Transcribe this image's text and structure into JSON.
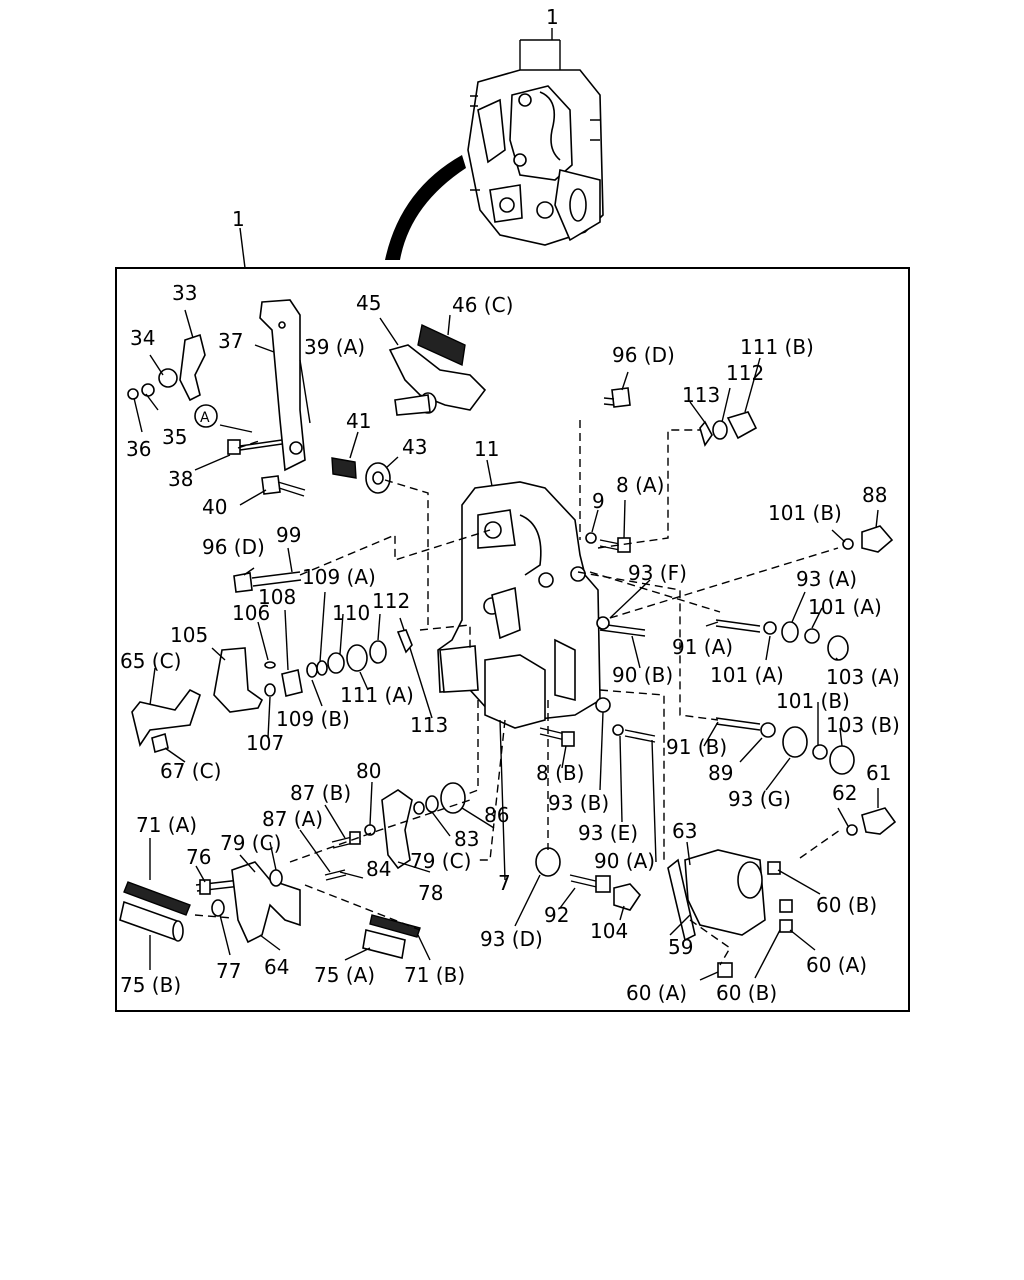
{
  "diagram": {
    "labels": {
      "top_1": "1",
      "box_1": "1",
      "l33": "33",
      "l34": "34",
      "l35": "35",
      "l36": "36",
      "l37": "37",
      "l38": "38",
      "l39a": "39 (A)",
      "l40": "40",
      "l41": "41",
      "l43": "43",
      "l45": "45",
      "l46c": "46 (C)",
      "l11": "11",
      "l96d_top": "96 (D)",
      "l111b": "111 (B)",
      "l112_top": "112",
      "l113_top": "113",
      "l9": "9",
      "l8a": "8 (A)",
      "l101b_top": "101 (B)",
      "l88": "88",
      "l96d_left": "96 (D)",
      "l99": "99",
      "l109a": "109 (A)",
      "l108": "108",
      "l110": "110",
      "l112_mid": "112",
      "l106": "106",
      "l105": "105",
      "l65c": "65 (C)",
      "l111a": "111 (A)",
      "l109b": "109 (B)",
      "l107": "107",
      "l113_mid": "113",
      "l67c": "67 (C)",
      "l93f": "93 (F)",
      "l93a": "93 (A)",
      "l101a_1": "101 (A)",
      "l91a": "91 (A)",
      "l90b": "90 (B)",
      "l101a_2": "101 (A)",
      "l103a": "103 (A)",
      "l101b_mid": "101 (B)",
      "l103b": "103 (B)",
      "l91b": "91 (B)",
      "l8b": "8 (B)",
      "l89": "89",
      "l93g": "93 (G)",
      "l93b": "93 (B)",
      "l61": "61",
      "l62": "62",
      "l80": "80",
      "l87b": "87 (B)",
      "l87a": "87 (A)",
      "l86": "86",
      "l83": "83",
      "l93e": "93 (E)",
      "l63": "63",
      "l71a": "71 (A)",
      "l79c_1": "79 (C)",
      "l79c_2": "79 (C)",
      "l76": "76",
      "l84": "84",
      "l78": "78",
      "l7": "7",
      "l90a": "90 (A)",
      "l60b_1": "60 (B)",
      "l92": "92",
      "l104": "104",
      "l93d": "93 (D)",
      "l59": "59",
      "l60a_1": "60 (A)",
      "l77": "77",
      "l64": "64",
      "l75b": "75 (B)",
      "l75a": "75 (A)",
      "l71b": "71 (B)",
      "l60a_2": "60 (A)",
      "l60b_2": "60 (B)",
      "circle_a": "A"
    }
  }
}
